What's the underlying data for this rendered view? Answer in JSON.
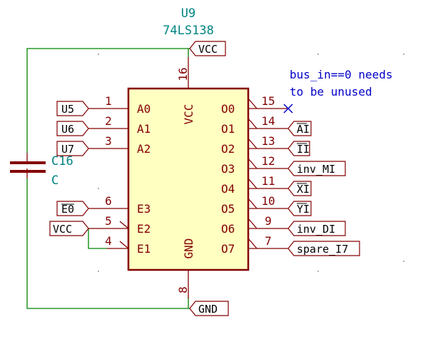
{
  "ic": {
    "reference": "U9",
    "value": "74LS138",
    "left_pins": [
      {
        "num": "1",
        "name": "A0"
      },
      {
        "num": "2",
        "name": "A1"
      },
      {
        "num": "3",
        "name": "A2"
      },
      {
        "num": "6",
        "name": "E3"
      },
      {
        "num": "5",
        "name": "E2"
      },
      {
        "num": "4",
        "name": "E1"
      }
    ],
    "right_pins": [
      {
        "num": "15",
        "name": "O0"
      },
      {
        "num": "14",
        "name": "O1"
      },
      {
        "num": "13",
        "name": "O2"
      },
      {
        "num": "12",
        "name": "O3"
      },
      {
        "num": "11",
        "name": "O4"
      },
      {
        "num": "10",
        "name": "O5"
      },
      {
        "num": "9",
        "name": "O6"
      },
      {
        "num": "7",
        "name": "O7"
      }
    ],
    "power_pin": {
      "num": "16",
      "name": "VCC"
    },
    "ground_pin": {
      "num": "8",
      "name": "GND"
    }
  },
  "capacitor": {
    "reference": "C16",
    "value": "C"
  },
  "labels": {
    "input_a0": "U5",
    "input_a1": "U6",
    "input_a2": "U7",
    "input_e3": "E0",
    "input_e2": "VCC",
    "top_power": "VCC",
    "bottom_ground": "GND",
    "out_o1": "AI",
    "out_o2": "II",
    "out_o3": "inv_MI",
    "out_o4": "XI",
    "out_o5": "YI",
    "out_o6": "inv_DI",
    "out_o7": "spare_I7"
  },
  "note": {
    "line1": "bus_in==0 needs",
    "line2": "to be unused"
  },
  "colors": {
    "component": "#840000",
    "body_fill": "#ffffc2",
    "wire": "#008400",
    "reference_text": "#008484",
    "note_text": "#0000c8",
    "no_connect": "#0000c8"
  }
}
